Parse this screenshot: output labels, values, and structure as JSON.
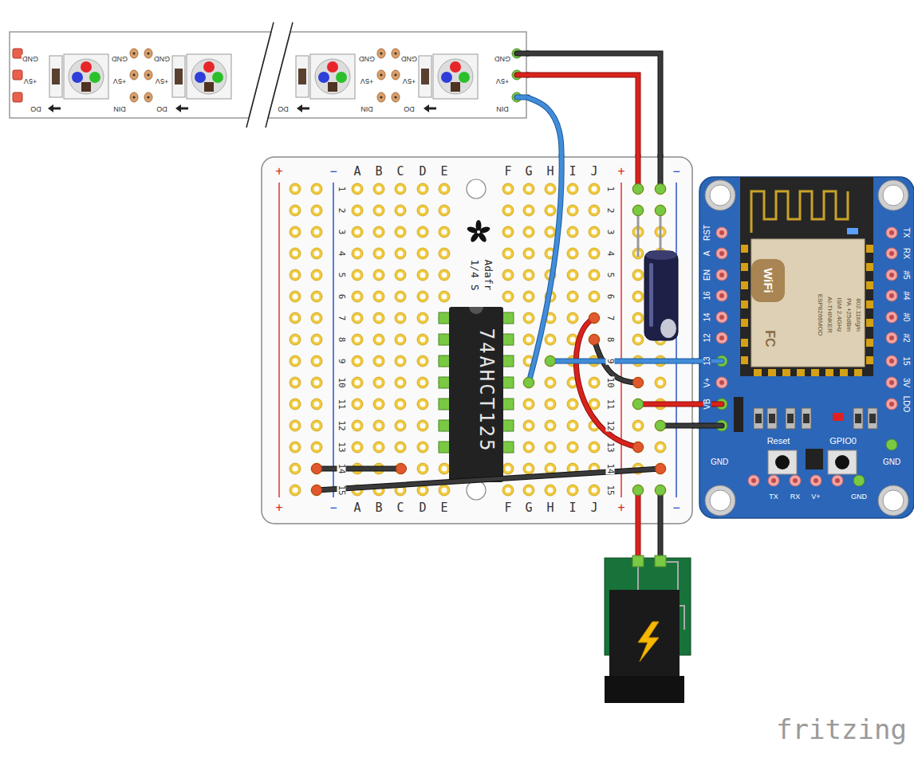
{
  "diagram": {
    "nodes": [
      {
        "text": [
          "GND",
          "+5V",
          "DIN"
        ]
      },
      {
        "text": [
          "Adafr",
          "1/4 S"
        ]
      },
      {
        "text": [
          "74AHCT125"
        ],
        "in": 1
      },
      {
        "text": [
          "Reset",
          "GPIO0"
        ]
      },
      {
        "text": [
          "WiFi",
          "ESP8266MOD",
          "AI-THINKER",
          "ISM 2.4GHz",
          "PA +25dBm",
          "802.11b/g/n"
        ],
        "in": 3
      }
    ],
    "edges": [
      {
        "from": 0,
        "to": 1,
        "arrow": "none"
      },
      {
        "from": 0,
        "to": 1,
        "arrow": "none"
      },
      {
        "from": 0,
        "to": 1,
        "arrow": "none"
      },
      {
        "from": 3,
        "to": 1,
        "arrow": "none"
      },
      {
        "from": 3,
        "to": 1,
        "arrow": "none"
      },
      {
        "from": 3,
        "to": 1,
        "arrow": "none"
      }
    ],
    "labels": [
      "GND",
      "+5V",
      "DO",
      "GND",
      "GND",
      "+5V",
      "+5V",
      "DIN",
      "DO",
      "DO",
      "GND",
      "GND",
      "+5V",
      "+5V",
      "DIN",
      "DO",
      "+",
      "−",
      "A",
      "B",
      "C",
      "D",
      "E",
      "F",
      "G",
      "H",
      "I",
      "J",
      "+",
      "−",
      "+",
      "−",
      "A",
      "B",
      "C",
      "D",
      "E",
      "F",
      "G",
      "H",
      "I",
      "J",
      "+",
      "−",
      "1",
      "2",
      "3",
      "4",
      "5",
      "6",
      "7",
      "8",
      "9",
      "10",
      "11",
      "12",
      "13",
      "14",
      "15",
      "1",
      "2",
      "3",
      "4",
      "5",
      "6",
      "7",
      "8",
      "9",
      "10",
      "11",
      "12",
      "13",
      "14",
      "15",
      "RST",
      "A",
      "EN",
      "16",
      "14",
      "12",
      "13",
      "V+",
      "VB",
      "GND",
      "TX",
      "RX",
      "#5",
      "#4",
      "#0",
      "#2",
      "15",
      "3V",
      "LDO",
      "GND",
      "TX",
      "RX",
      "V+",
      "GND",
      "FC",
      "fritzing"
    ]
  }
}
